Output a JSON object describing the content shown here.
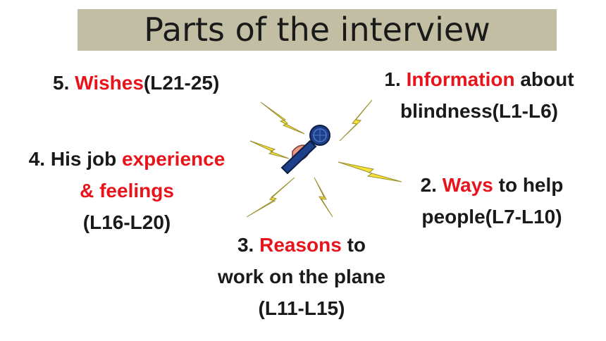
{
  "title": "Parts of the interview",
  "parts": [
    {
      "number": "1.",
      "highlight": "Information",
      "rest_line1": " about",
      "line2": "blindness(L1-L6)"
    },
    {
      "number": "2.",
      "highlight": "Ways",
      "rest_line1": " to help",
      "line2": "people(L7-L10)"
    },
    {
      "number": "3.",
      "highlight": "Reasons",
      "rest_line1": " to",
      "line2": "work  on the plane",
      "line3": "(L11-L15)"
    },
    {
      "number": "4.",
      "prefix": " His job ",
      "highlight": "experience",
      "line2": "& feelings",
      "line3": "(L16-L20)"
    },
    {
      "number": "5.",
      "highlight": "Wishes",
      "rest_line1": "(L21-25)"
    }
  ],
  "colors": {
    "title_bg": "#c2bea3",
    "highlight": "#e8141c",
    "lightning": "#f7e23a",
    "mic": "#1e3f8a"
  },
  "icons": [
    "microphone-icon",
    "lightning-icon"
  ]
}
